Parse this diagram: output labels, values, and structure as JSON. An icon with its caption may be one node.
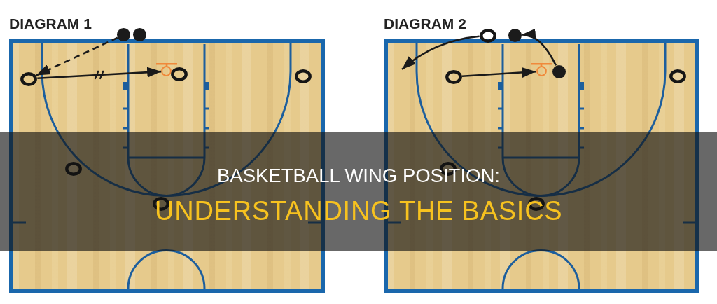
{
  "diagram": {
    "title": "BASKETBALL WING POSITION:",
    "caption": "UNDERSTANDING THE BASICS",
    "nodes": [
      {
        "text": [
          "DIAGRAM 1"
        ]
      },
      {
        "text": [],
        "shape": "circle"
      },
      {
        "text": [],
        "shape": "circle"
      },
      {
        "text": [],
        "shape": "ring",
        "in": 0
      },
      {
        "text": [],
        "shape": "hoop",
        "in": 0
      },
      {
        "text": [],
        "shape": "ring",
        "in": 0
      },
      {
        "text": [],
        "shape": "ring",
        "in": 0
      },
      {
        "text": [],
        "shape": "ring",
        "in": 0
      },
      {
        "text": [],
        "shape": "ring",
        "in": 0
      },
      {
        "text": [
          "DIAGRAM 2"
        ]
      },
      {
        "text": [],
        "shape": "ring"
      },
      {
        "text": [],
        "shape": "circle"
      },
      {
        "text": [],
        "shape": "ring",
        "in": 9
      },
      {
        "text": [],
        "shape": "hoop",
        "in": 9
      },
      {
        "text": [],
        "shape": "circle",
        "in": 9
      },
      {
        "text": [],
        "shape": "ring",
        "in": 9
      },
      {
        "text": [],
        "shape": "ring",
        "in": 9
      },
      {
        "text": [],
        "shape": "ring",
        "in": 9
      }
    ],
    "edges": [
      {
        "from": 1,
        "to": 3,
        "arrow": "to",
        "style": "dashed"
      },
      {
        "from": 3,
        "to": 4,
        "arrow": "to"
      },
      {
        "from": 10,
        "to": 9,
        "arrow": "to"
      },
      {
        "from": 12,
        "to": 13,
        "arrow": "to"
      },
      {
        "from": 14,
        "to": 11,
        "arrow": "to"
      }
    ]
  }
}
